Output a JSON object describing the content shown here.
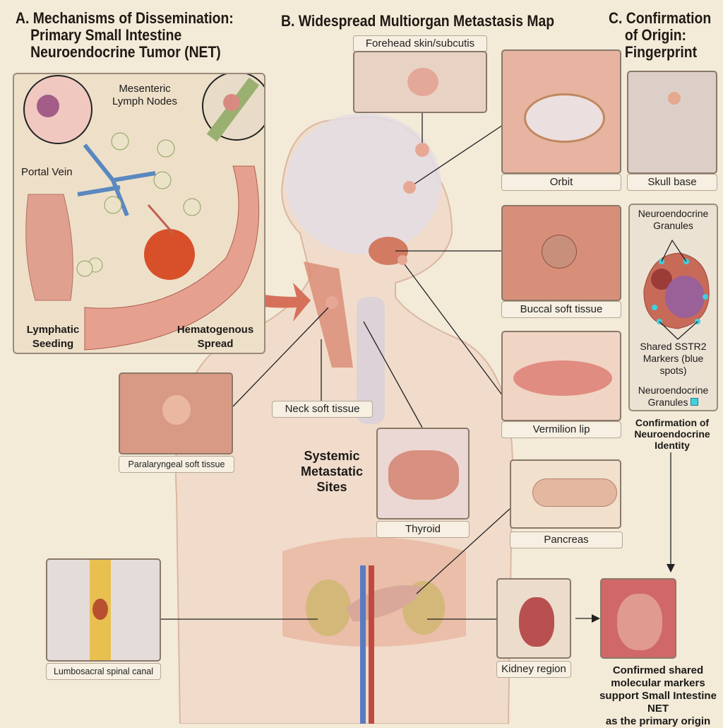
{
  "titles": {
    "a": [
      "A. Mechanisms of Dissemination:",
      "Primary Small Intestine",
      "Neuroendocrine Tumor (NET)"
    ],
    "b": "B. Widespread Multiorgan Metastasis Map",
    "c": [
      "C. Confirmation",
      "of Origin:",
      "Fingerprint"
    ]
  },
  "panel_a": {
    "mesenteric": [
      "Mesenteric",
      "Lymph Nodes"
    ],
    "portal_vein": "Portal Vein",
    "lymphatic": [
      "Lymphatic",
      "Seeding"
    ],
    "hematogenous": [
      "Hematogenous",
      "Spread"
    ]
  },
  "sites": {
    "forehead": "Forehead skin/subcutis",
    "orbit": "Orbit",
    "skull_base": "Skull base",
    "buccal": "Buccal soft tissue",
    "vermilion": "Vermilion lip",
    "neck": "Neck soft tissue",
    "paralaryngeal": "Paralaryngeal soft tissue",
    "systemic": [
      "Systemic",
      "Metastatic",
      "Sites"
    ],
    "thyroid": "Thyroid",
    "pancreas": "Pancreas",
    "lumbosacral": "Lumbosacral spinal canal",
    "kidney": "Kidney region"
  },
  "cell": {
    "granules_top": [
      "Neuroendocrine",
      "Granules"
    ],
    "markers": [
      "Shared SSTR2",
      "Markers (blue",
      "spots)"
    ],
    "legend": [
      "Neuroendocrine",
      "Granules"
    ],
    "marker_color": "#3fd0e0",
    "caption": [
      "Confirmation of",
      "Neuroendocrine",
      "Identity"
    ]
  },
  "conclusion": [
    "Confirmed shared",
    "molecular markers",
    "support Small Intestine NET",
    "as the primary origin"
  ]
}
